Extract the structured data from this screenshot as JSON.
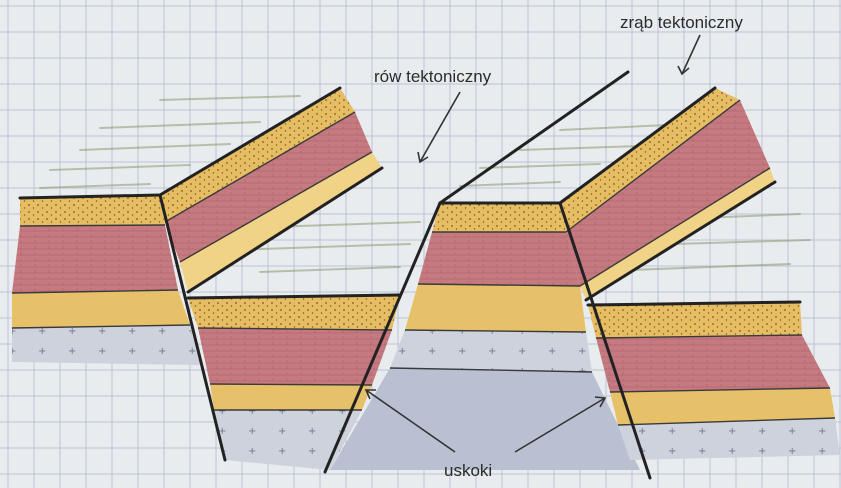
{
  "labels": {
    "horst": "zrąb tektoniczny",
    "graben": "rów tektoniczny",
    "faults": "uskoki"
  },
  "colors": {
    "paper": "#e9ecef",
    "grid": "#b9c3d4",
    "sand": "#e7c16a",
    "sand_light": "#f0d386",
    "red": "#c57a80",
    "red_dark": "#b0626c",
    "granite": "#cdd2dc",
    "granite_dark": "#b9c0d2",
    "outline": "#222222"
  }
}
